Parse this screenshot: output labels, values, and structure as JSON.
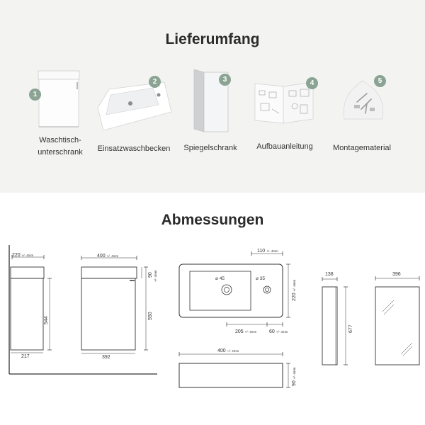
{
  "lieferumfang": {
    "title": "Lieferumfang",
    "items": [
      {
        "number": "1",
        "label_line1": "Waschtisch-",
        "label_line2": "unterschrank"
      },
      {
        "number": "2",
        "label_line1": "Einsatzwaschbecken"
      },
      {
        "number": "3",
        "label_line1": "Spiegelschrank"
      },
      {
        "number": "4",
        "label_line1": "Aufbauanleitung"
      },
      {
        "number": "5",
        "label_line1": "Montagematerial"
      }
    ]
  },
  "abmessungen": {
    "title": "Abmessungen",
    "tolerance": "+/- 4mm",
    "side_view": {
      "depth_top": "220",
      "height_body": "544",
      "depth_bottom": "217"
    },
    "front_view": {
      "width_top": "400",
      "top_height": "90",
      "top_tolerance": "+/- 4mm",
      "height_total": "550",
      "width_bottom": "392"
    },
    "basin_top": {
      "width_right": "110",
      "depth": "220",
      "drain": "⌀ 45",
      "tap_hole": "⌀ 35",
      "dist_drain": "205",
      "dist_tap": "60"
    },
    "basin_front": {
      "width": "400",
      "height": "90"
    },
    "mirror_side": {
      "depth": "138",
      "height": "677"
    },
    "mirror_front": {
      "width": "396"
    }
  }
}
